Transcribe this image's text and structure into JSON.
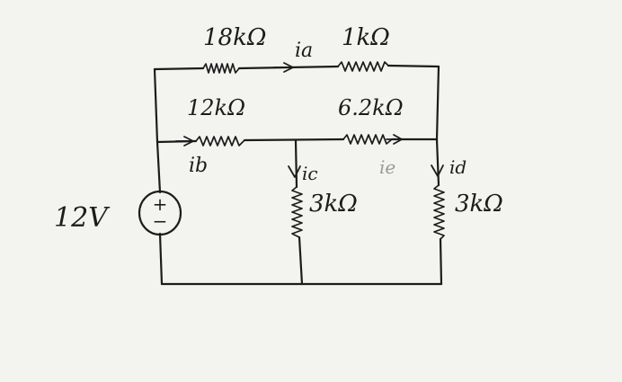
{
  "colors": {
    "ink": "#1c1c1c",
    "paper": "#f3f3f0",
    "faint_ink": "#9a9a9a"
  },
  "source": {
    "label": "12V",
    "plus": "+",
    "minus": "−"
  },
  "resistors": {
    "r18k": "18kΩ",
    "r1k": "1kΩ",
    "r12k": "12kΩ",
    "r6_2k": "6.2kΩ",
    "r3k_middle": "3kΩ",
    "r3k_right": "3kΩ"
  },
  "currents": {
    "ia": "ia",
    "ib": "ib",
    "ic": "ic",
    "id": "id",
    "ie": "ie"
  }
}
